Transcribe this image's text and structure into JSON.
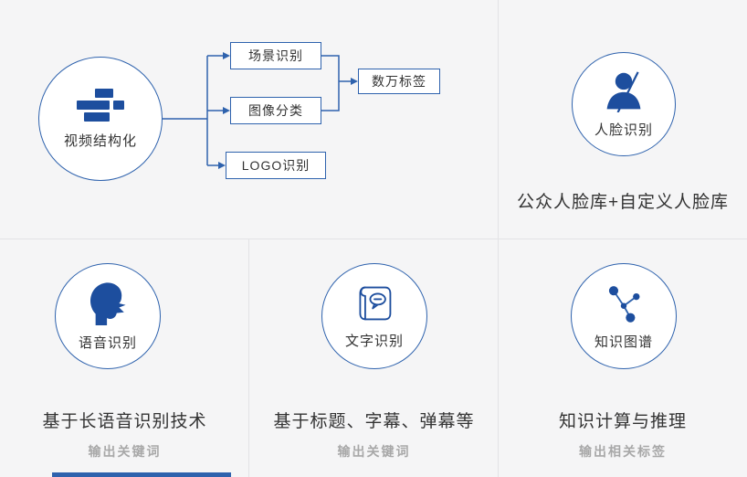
{
  "colors": {
    "accent_blue": "#1d4e9e",
    "line_blue": "#2e62ad",
    "background": "#f5f5f6",
    "divider": "#e3e3e5",
    "text": "#333333",
    "muted_text": "#a8a8a8"
  },
  "video_section": {
    "circle_label": "视频结构化",
    "icon": "video-blocks-icon",
    "boxes": [
      {
        "label": "场景识别"
      },
      {
        "label": "图像分类"
      },
      {
        "label": "LOGO识别"
      }
    ],
    "result_box_label": "数万标签"
  },
  "face_section": {
    "circle_label": "人脸识别",
    "icon": "face-recognition-icon",
    "caption": "公众人脸库+自定义人脸库"
  },
  "speech_section": {
    "circle_label": "语音识别",
    "icon": "speech-head-icon",
    "caption": "基于长语音识别技术",
    "subtitle": "输出关键词"
  },
  "ocr_section": {
    "circle_label": "文字识别",
    "icon": "scroll-text-icon",
    "caption": "基于标题、字幕、弹幕等",
    "subtitle": "输出关键词"
  },
  "knowledge_section": {
    "circle_label": "知识图谱",
    "icon": "knowledge-graph-icon",
    "caption": "知识计算与推理",
    "subtitle": "输出相关标签"
  }
}
